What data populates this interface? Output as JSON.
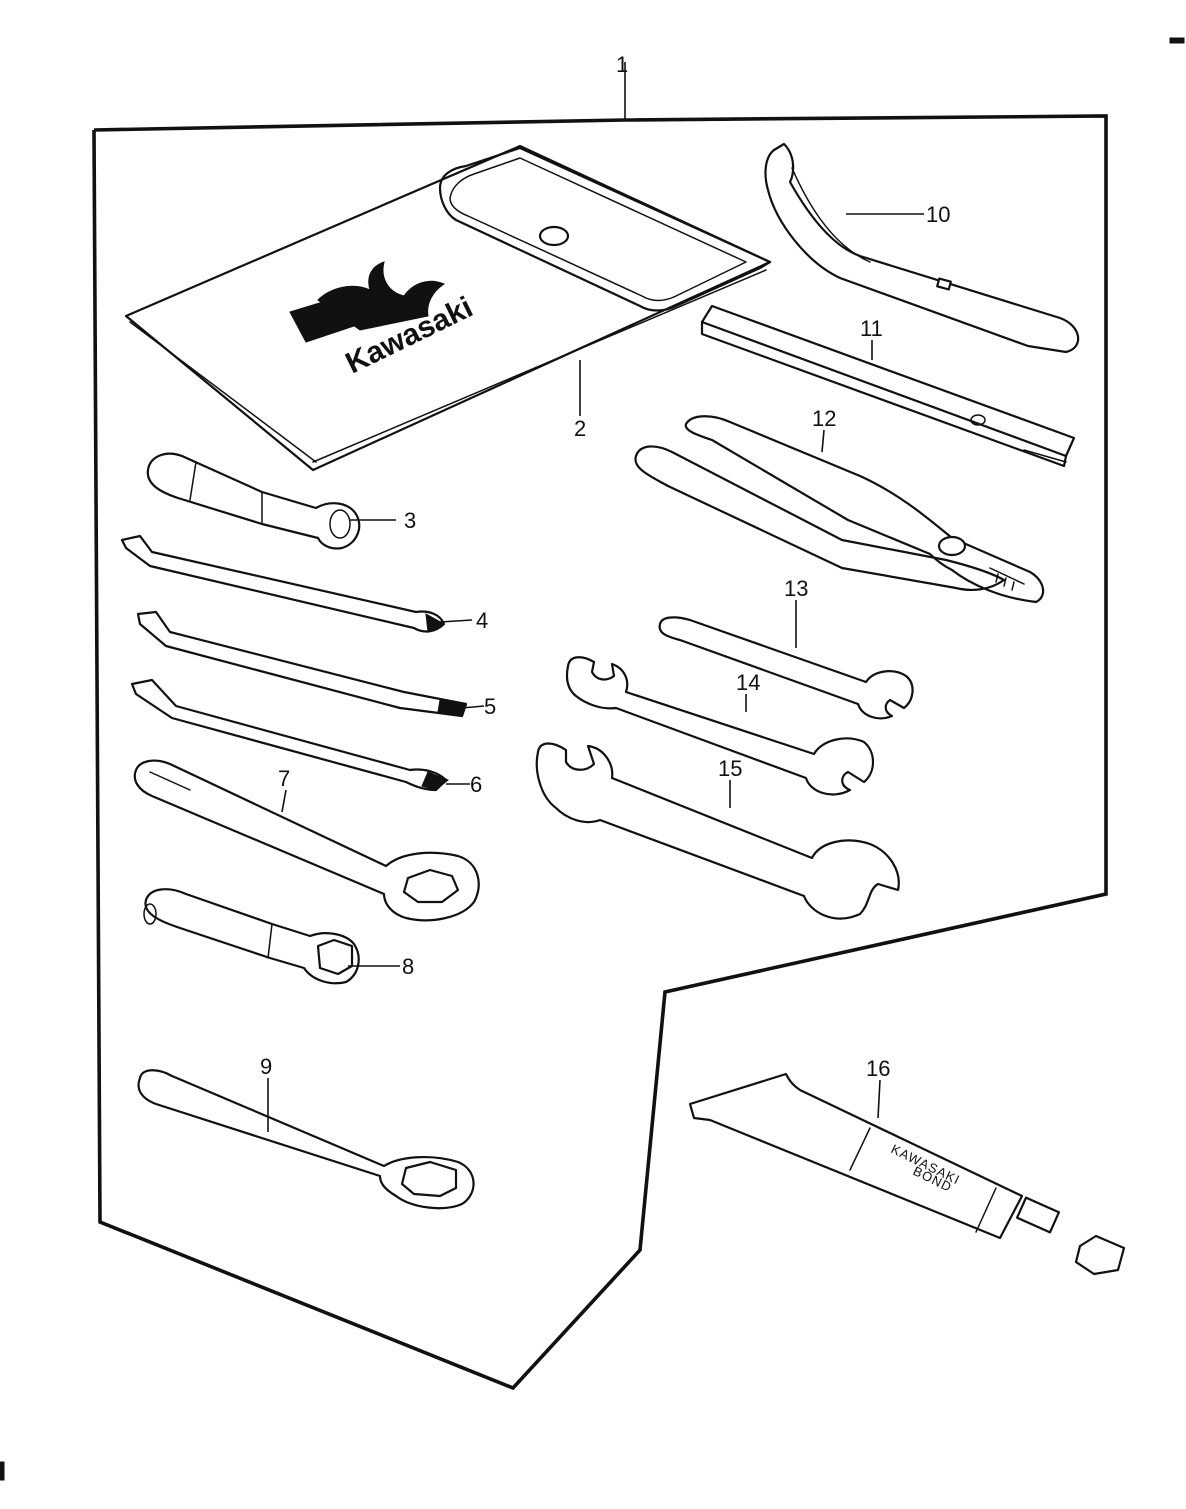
{
  "parts": [
    {
      "ref": "1"
    },
    {
      "ref": "2"
    },
    {
      "ref": "3"
    },
    {
      "ref": "4"
    },
    {
      "ref": "5"
    },
    {
      "ref": "6"
    },
    {
      "ref": "7"
    },
    {
      "ref": "8"
    },
    {
      "ref": "9"
    },
    {
      "ref": "10"
    },
    {
      "ref": "11"
    },
    {
      "ref": "12"
    },
    {
      "ref": "13"
    },
    {
      "ref": "14"
    },
    {
      "ref": "15"
    },
    {
      "ref": "16"
    }
  ],
  "case_logo_text": "Kawasaki",
  "tube_label_line1": "KAWASAKI",
  "tube_label_line2": "BOND"
}
